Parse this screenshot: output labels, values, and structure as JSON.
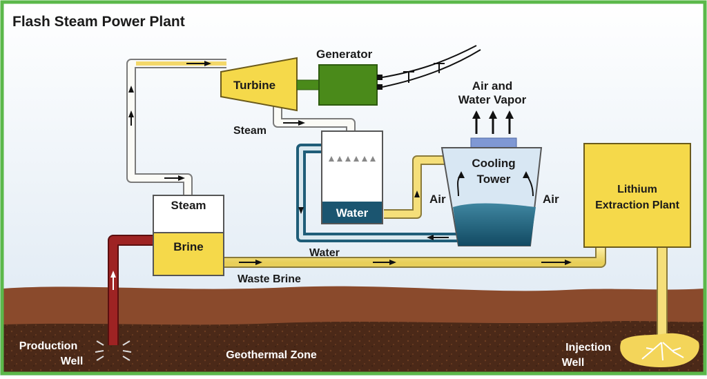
{
  "title": "Flash Steam Power Plant",
  "labels": {
    "generator": "Generator",
    "turbine": "Turbine",
    "steam_pipe": "Steam",
    "air_vapor_1": "Air and",
    "air_vapor_2": "Water Vapor",
    "cooling_1": "Cooling",
    "cooling_2": "Tower",
    "air_left": "Air",
    "air_right": "Air",
    "lithium_1": "Lithium",
    "lithium_2": "Extraction Plant",
    "separator_steam": "Steam",
    "separator_brine": "Brine",
    "condenser_water": "Water",
    "return_water": "Water",
    "waste_brine": "Waste Brine",
    "production_1": "Production",
    "production_2": "Well",
    "geothermal_zone": "Geothermal Zone",
    "injection_1": "Injection",
    "injection_2": "Well"
  },
  "colors": {
    "sky": "#e6eff7",
    "border": "#5bb84a",
    "ground_upper": "#8a4a2c",
    "ground_lower": "#4a2a1a",
    "pipe_yellow": "#f7e27a",
    "pipe_outline": "#8a7a3a",
    "production_pipe": "#8b1d1d",
    "water_blue": "#1f5d78",
    "generator_green": "#4a8a1a",
    "box_yellow": "#f5d94a"
  }
}
